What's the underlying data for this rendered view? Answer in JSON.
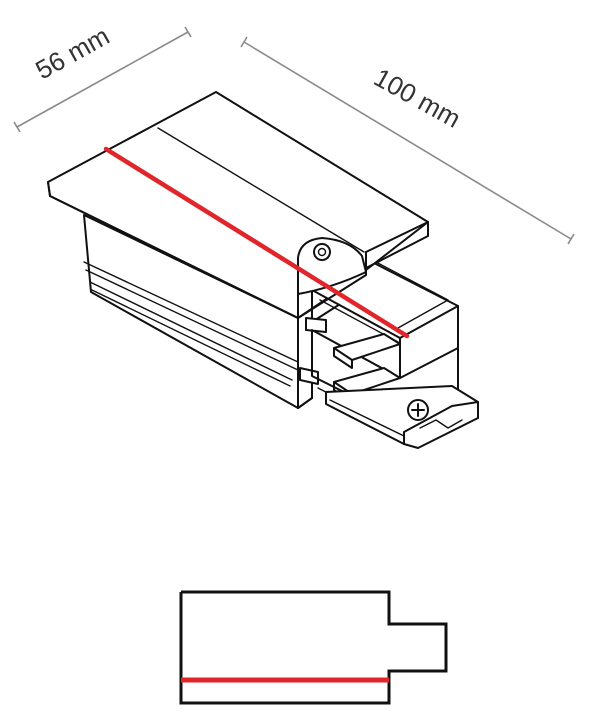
{
  "dimensions": {
    "width_label": "56 mm",
    "length_label": "100 mm"
  },
  "colors": {
    "outline": "#111111",
    "highlight_line": "#e0262b",
    "dimension_line": "#8a8a8a",
    "background": "#ffffff"
  },
  "views": [
    "isometric-view",
    "profile-view"
  ]
}
